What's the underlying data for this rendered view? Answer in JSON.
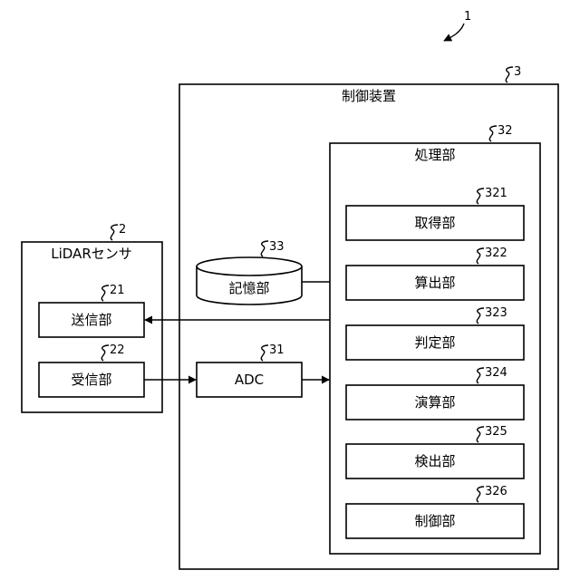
{
  "figure": {
    "ref_1": "1",
    "control_device": {
      "ref": "3",
      "label": "制御装置"
    },
    "processing_unit": {
      "ref": "32",
      "label": "処理部"
    },
    "storage_unit": {
      "ref": "33",
      "label": "記憶部"
    },
    "adc": {
      "ref": "31",
      "label": "ADC"
    },
    "lidar_sensor": {
      "ref": "2",
      "label": "LiDARセンサ"
    },
    "transmitter": {
      "ref": "21",
      "label": "送信部"
    },
    "receiver": {
      "ref": "22",
      "label": "受信部"
    },
    "sub_units": [
      {
        "ref": "321",
        "label": "取得部"
      },
      {
        "ref": "322",
        "label": "算出部"
      },
      {
        "ref": "323",
        "label": "判定部"
      },
      {
        "ref": "324",
        "label": "演算部"
      },
      {
        "ref": "325",
        "label": "検出部"
      },
      {
        "ref": "326",
        "label": "制御部"
      }
    ]
  }
}
